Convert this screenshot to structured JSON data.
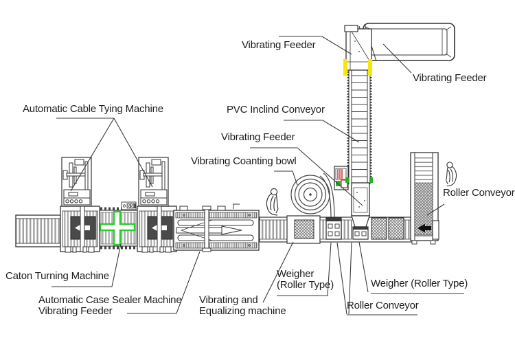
{
  "diagram": {
    "type": "production-line-layout",
    "background": "#ffffff",
    "colors": {
      "line": "#333333",
      "accent_green": "#2ecc2e",
      "accent_yellow": "#f7e800",
      "machine_dark": "#4a4a4a",
      "indicator_red": "#cc2222",
      "indicator_green": "#22b322",
      "arrow_black": "#111111"
    }
  },
  "labels": [
    {
      "id": "automatic-cable-tying-machine",
      "text": "Automatic Cable Tying Machine"
    },
    {
      "id": "vibrating-feeder-top",
      "text": "Vibrating Feeder"
    },
    {
      "id": "vibrating-feeder-hopper",
      "text": "Vibrating Feeder"
    },
    {
      "id": "pvc-inclind-conveyor",
      "text": "PVC Inclind Conveyor"
    },
    {
      "id": "vibrating-feeder-middle",
      "text": "Vibrating Feeder"
    },
    {
      "id": "vibrating-coanting-bowl",
      "text": "Vibrating Coanting bowl"
    },
    {
      "id": "roller-conveyor-right",
      "text": "Roller Conveyor"
    },
    {
      "id": "caton-turning-machine",
      "text": "Caton Turning Machine"
    },
    {
      "id": "automatic-case-sealer-machine",
      "text": "Automatic Case Sealer Machine"
    },
    {
      "id": "vibrating-feeder-bottom",
      "text": "Vibrating Feeder"
    },
    {
      "id": "vibrating-equalizing-machine",
      "line1": "Vibrating and",
      "line2": "Equalizing machine"
    },
    {
      "id": "weigher-left",
      "line1": "Weigher",
      "line2": "(Roller Type)"
    },
    {
      "id": "weigher-right",
      "text": "Weigher (Roller Type)"
    },
    {
      "id": "roller-conveyor-bottom",
      "text": "Roller Conveyor"
    }
  ]
}
